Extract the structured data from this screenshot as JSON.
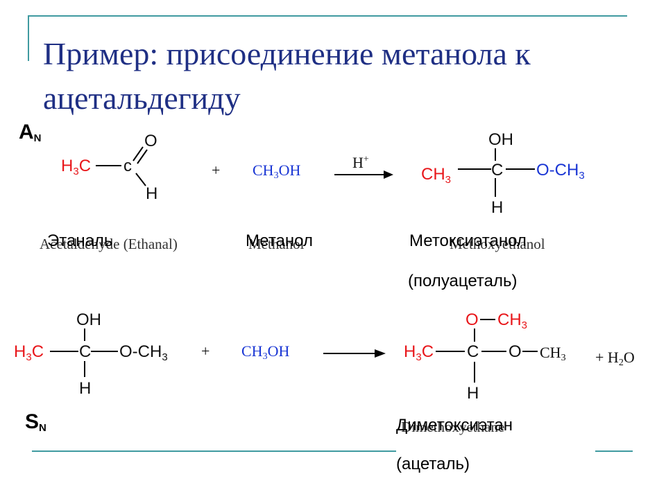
{
  "title": "Пример: присоединение метанола к ацетальдегиду",
  "mechanisms": {
    "addition": {
      "letter": "A",
      "subscript": "N"
    },
    "substitution": {
      "letter": "S",
      "subscript": "N"
    }
  },
  "reaction1": {
    "reactant1": {
      "h3c": "H",
      "h3c_sub": "3",
      "h3c_c": "C",
      "c": "c",
      "o": "O",
      "h": "H"
    },
    "plus": "+",
    "reactant2": {
      "ch": "CH",
      "sub": "3",
      "oh": "OH"
    },
    "catalyst": {
      "h": "H",
      "sup": "+"
    },
    "product": {
      "oh": "OH",
      "ch": "CH",
      "sub": "3",
      "c": "C",
      "o": "O",
      "dash": "-",
      "och": "CH",
      "osub": "3",
      "h": "H"
    },
    "captions": {
      "ethanal_en": "Acetaldehyde (Ethanal)",
      "ethanal_ru": "Этаналь",
      "methanol_en": "Methanol",
      "methanol_ru": "Метанол",
      "product_en": "Methoxyethanol",
      "product_ru": "Метоксиэтанол",
      "product_class": "(полуацеталь)"
    }
  },
  "reaction2": {
    "reactant1": {
      "oh": "OH",
      "h": "H",
      "hsub": "3",
      "c1": "C",
      "c": "C",
      "o": "O",
      "dash": "-",
      "ch": "CH",
      "sub": "3",
      "hb": "H"
    },
    "plus": "+",
    "reactant2": {
      "ch": "CH",
      "sub": "3",
      "oh": "OH"
    },
    "product": {
      "o_top": "O",
      "ch_top": "CH",
      "sub_top": "3",
      "h": "H",
      "hsub": "3",
      "c1": "C",
      "c": "C",
      "o": "O",
      "ch": "CH",
      "sub": "3",
      "hb": "H"
    },
    "water": {
      "plus": "+",
      "h": "H",
      "sub": "2",
      "o": "O"
    },
    "captions": {
      "product_en": "Dimethoxyethane",
      "product_ru": "Диметоксиэтан",
      "product_class": "(ацеталь)"
    }
  },
  "colors": {
    "title": "#1f2f84",
    "frame": "#3f9aa0",
    "red": "#e8161a",
    "blue": "#1a36d4"
  }
}
